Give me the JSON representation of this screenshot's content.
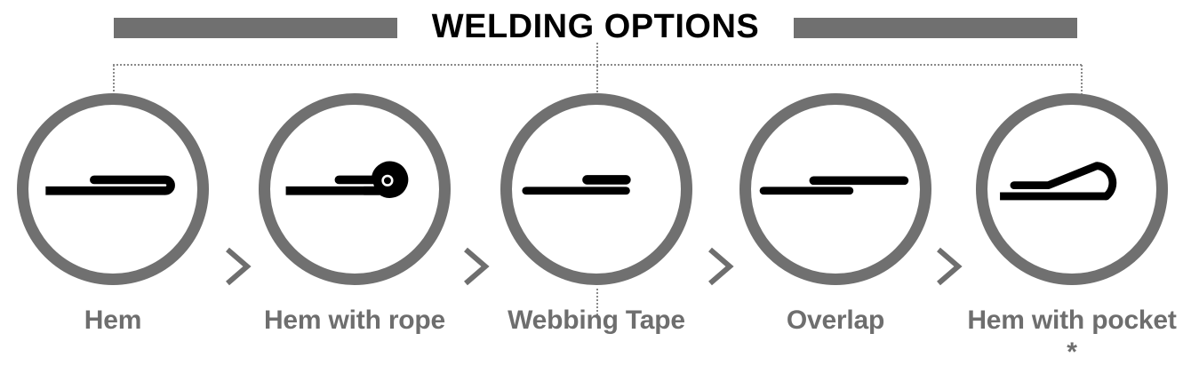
{
  "header": {
    "title": "WELDING OPTIONS",
    "rule_color": "#707070",
    "title_color": "#000000"
  },
  "theme": {
    "gray": "#707070",
    "label_gray": "#6e6e6e",
    "ink": "#000000",
    "background": "#ffffff",
    "dotted": "#8a8a8a"
  },
  "connector": {
    "style": "dotted"
  },
  "steps": [
    {
      "label": "Hem",
      "icon": "hem-fold-icon"
    },
    {
      "label": "Hem with rope",
      "icon": "hem-with-rope-icon"
    },
    {
      "label": "Webbing Tape",
      "icon": "webbing-tape-icon"
    },
    {
      "label": "Overlap",
      "icon": "overlap-icon"
    },
    {
      "label": "Hem with pocket *",
      "icon": "hem-with-pocket-icon"
    }
  ],
  "separators": [
    {
      "glyph": "chevron-right-icon"
    },
    {
      "glyph": "chevron-right-icon"
    },
    {
      "glyph": "chevron-right-icon"
    },
    {
      "glyph": "chevron-right-icon"
    }
  ]
}
